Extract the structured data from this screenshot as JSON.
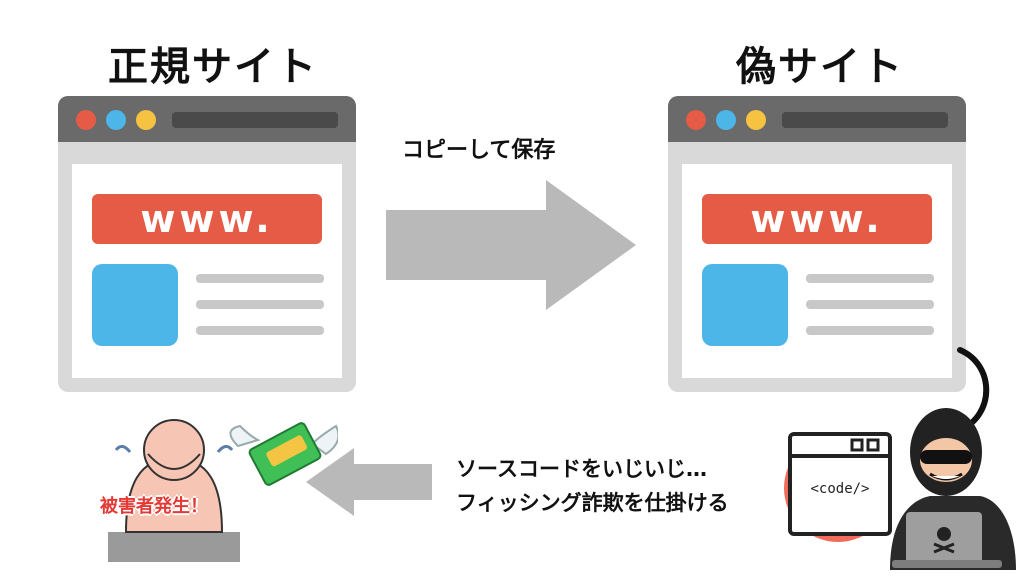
{
  "left_title": "正規サイト",
  "right_title": "偽サイト",
  "copy_label": "コピーして保存",
  "browser_text": "www.",
  "caption_lines": [
    "ソースコードをいじいじ…",
    "フィッシング詐欺を仕掛ける"
  ],
  "code_label": "<code/>",
  "victim_label": "被害者発生！",
  "colors": {
    "red": "#e55b45",
    "blue": "#4db6e8",
    "yellow": "#f5c242",
    "arrow": "#b9b9b9",
    "victim_text": "#e53935"
  }
}
